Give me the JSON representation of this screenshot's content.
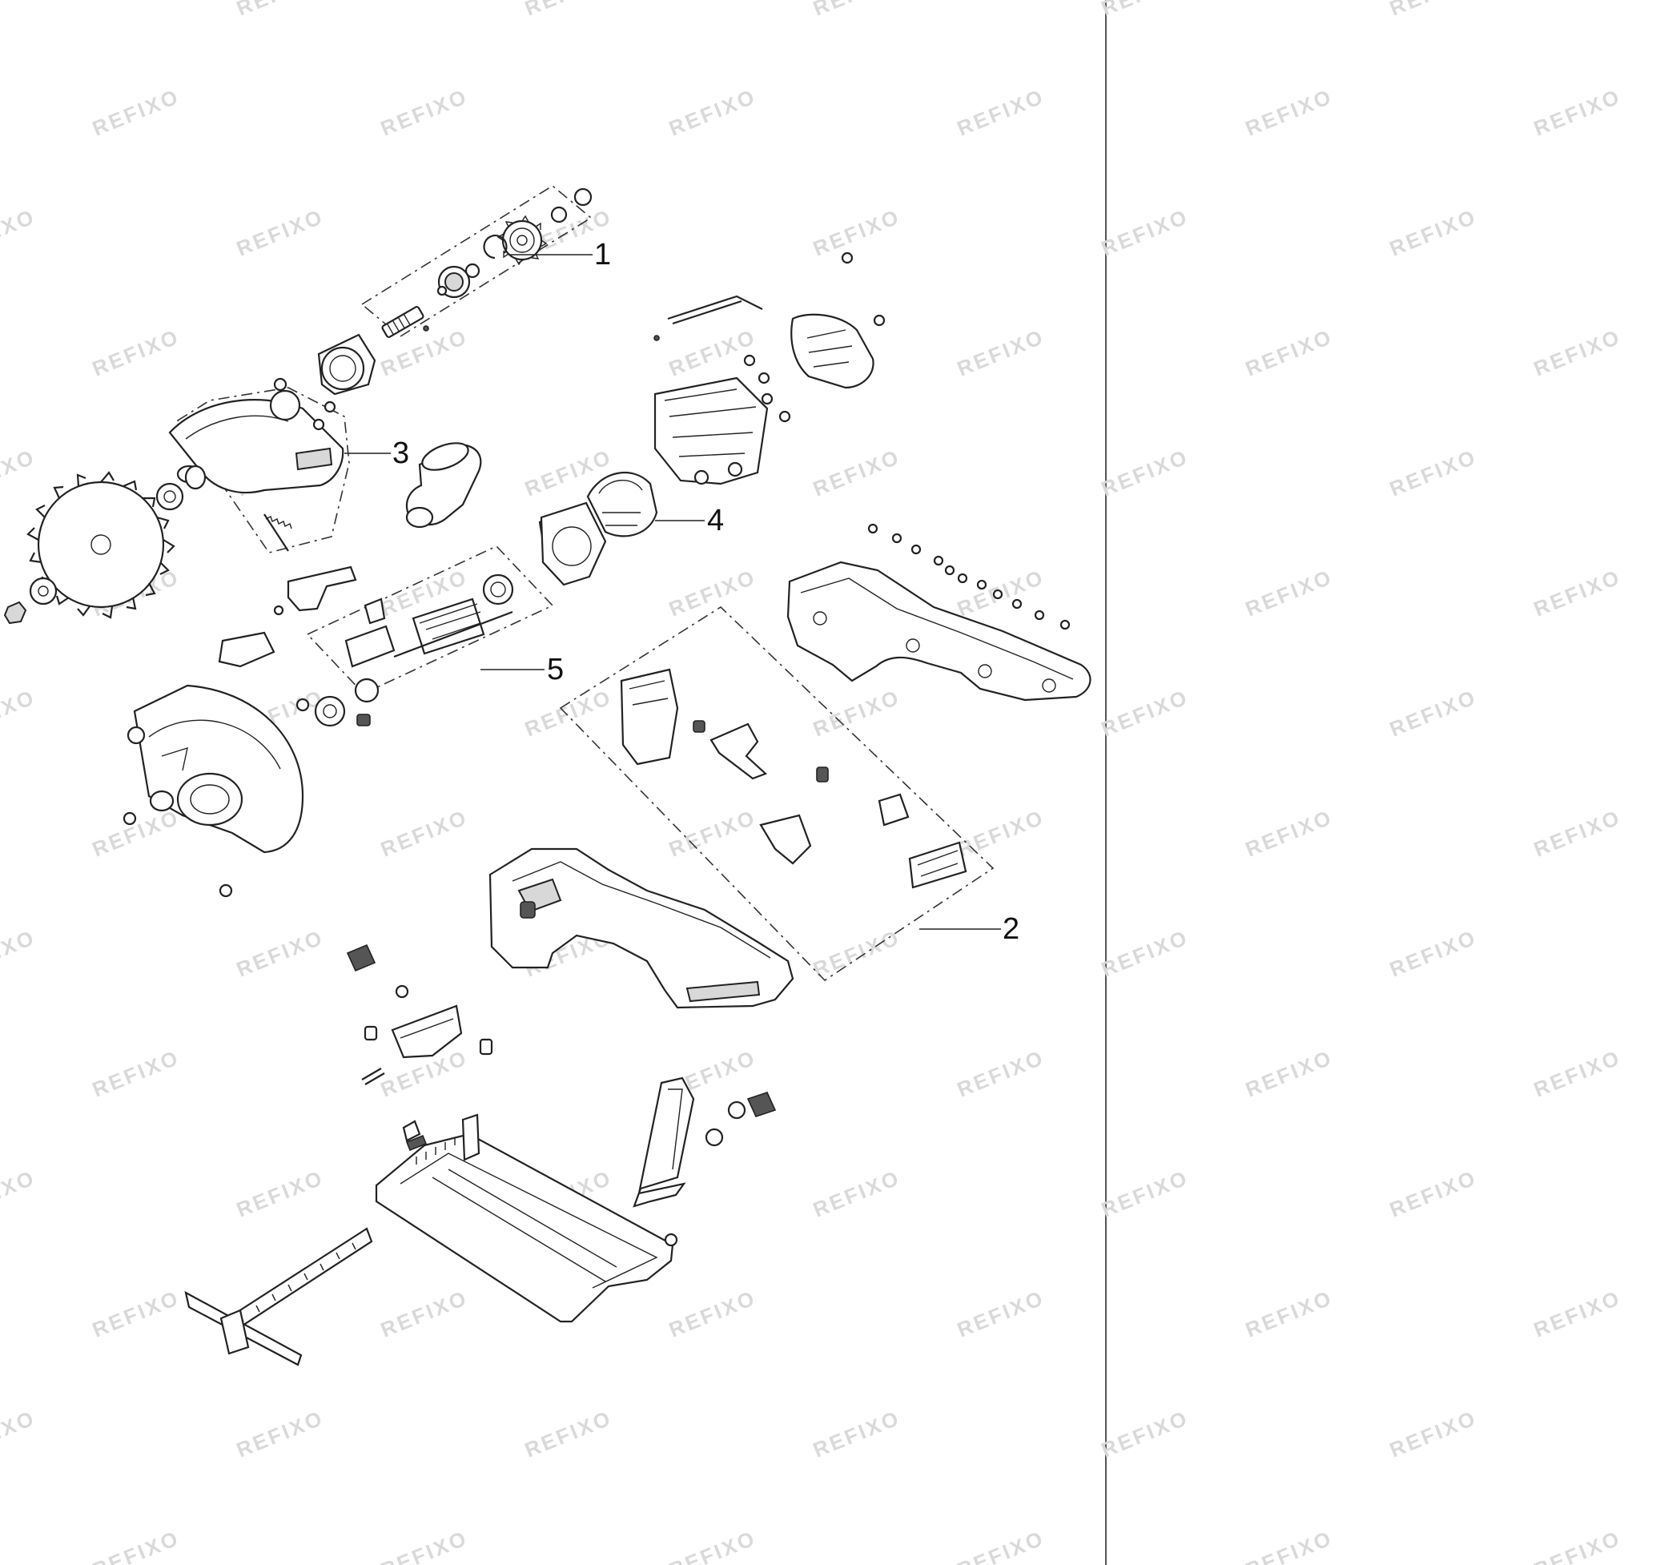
{
  "watermark": {
    "text": "REFIXO"
  },
  "callouts": [
    {
      "id": "1",
      "label": "1"
    },
    {
      "id": "2",
      "label": "2"
    },
    {
      "id": "3",
      "label": "3"
    },
    {
      "id": "4",
      "label": "4"
    },
    {
      "id": "5",
      "label": "5"
    }
  ],
  "colors": {
    "line": "#222222",
    "watermark": "#d9d9d9",
    "background": "#ffffff",
    "panel_border": "#555555"
  }
}
